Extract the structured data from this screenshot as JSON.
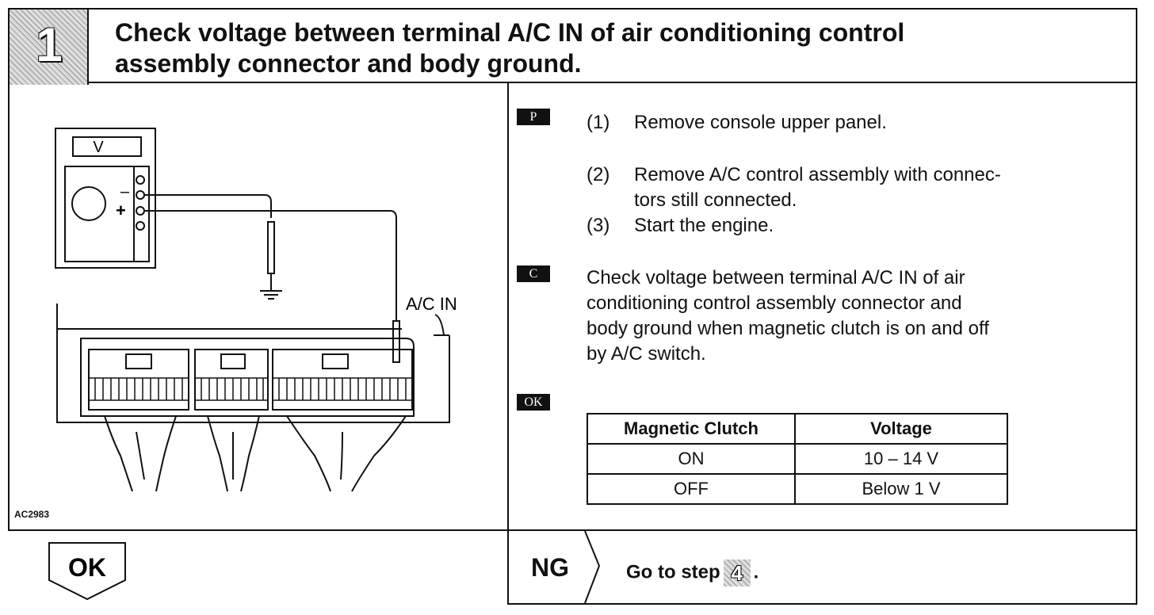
{
  "header": {
    "step_number": "1",
    "title_line1": "Check voltage between terminal A/C IN of air conditioning control",
    "title_line2": "assembly connector and body ground."
  },
  "figure": {
    "meter_label": "V",
    "minus": "–",
    "plus": "+",
    "terminal_label": "A/C IN",
    "code": "AC2983"
  },
  "procedure": {
    "tag_p": "P",
    "steps": [
      {
        "num": "(1)",
        "text": "Remove console upper panel."
      },
      {
        "num": "(2)",
        "text_line1": "Remove A/C control assembly with connec-",
        "text_line2": "tors still connected."
      },
      {
        "num": "(3)",
        "text": "Start the engine."
      }
    ],
    "tag_c": "C",
    "check_lines": [
      "Check voltage between terminal A/C IN of air",
      "conditioning control assembly connector and",
      "body ground when magnetic clutch is on and off",
      "by A/C switch."
    ],
    "tag_ok": "OK",
    "table": {
      "headers": [
        "Magnetic Clutch",
        "Voltage"
      ],
      "rows": [
        [
          "ON",
          "10 – 14 V"
        ],
        [
          "OFF",
          "Below 1 V"
        ]
      ]
    }
  },
  "footer": {
    "ok_label": "OK",
    "ng_label": "NG",
    "goto_text": "Go to step",
    "goto_step": "4",
    "goto_end": "."
  }
}
